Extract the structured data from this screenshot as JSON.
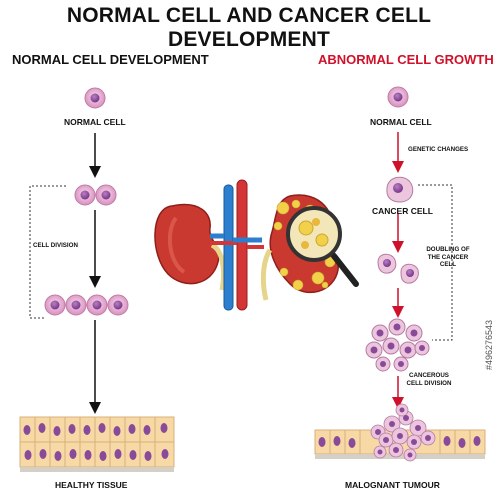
{
  "title": "NORMAL CELL AND CANCER CELL DEVELOPMENT",
  "normal": {
    "heading": "NORMAL CELL DEVELOPMENT",
    "normal_cell": "NORMAL CELL",
    "cell_division": "CELL DIVISION",
    "healthy_tissue": "HEALTHY TISSUE"
  },
  "abnormal": {
    "heading": "ABNORMAL CELL GROWTH",
    "normal_cell": "NORMAL CELL",
    "genetic_changes": "GENETIC CHANGES",
    "cancer_cell": "CANCER CELL",
    "doubling_line1": "DOUBLING OF",
    "doubling_line2": "THE CANCER CELL",
    "cancerous_line1": "CANCEROUS",
    "cancerous_line2": "CELL DIVISION",
    "tumour": "MALOGNANT TUMOUR"
  },
  "watermark": "#496276543",
  "colors": {
    "normal_cell": "#e8a8cf",
    "nucleus": "#8a4a9a",
    "arrow_black": "#111111",
    "arrow_red": "#d0112b",
    "kidney": "#c9392f",
    "artery": "#d43535",
    "vein": "#2c7fcf",
    "tissue": "#f7d9a6"
  }
}
